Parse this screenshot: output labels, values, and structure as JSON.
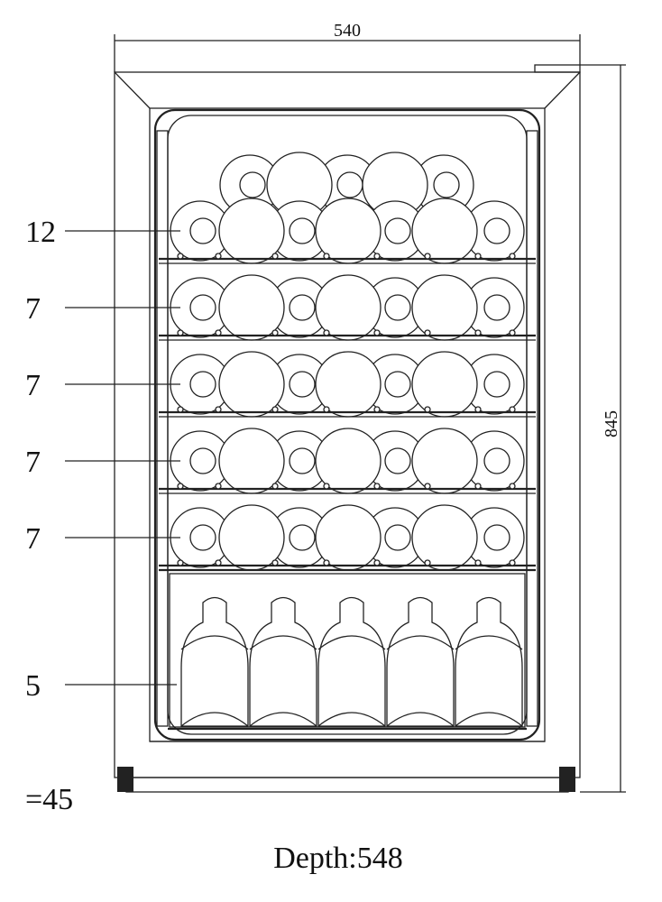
{
  "dimensions": {
    "width_label": "540",
    "height_label": "845",
    "depth_label": "Depth:548"
  },
  "shelves": [
    {
      "label": "12"
    },
    {
      "label": "7"
    },
    {
      "label": "7"
    },
    {
      "label": "7"
    },
    {
      "label": "7"
    }
  ],
  "drawer": {
    "label": "5",
    "bottle_count": 5
  },
  "total_label": "=45",
  "colors": {
    "line": "#222222",
    "background": "#ffffff"
  }
}
